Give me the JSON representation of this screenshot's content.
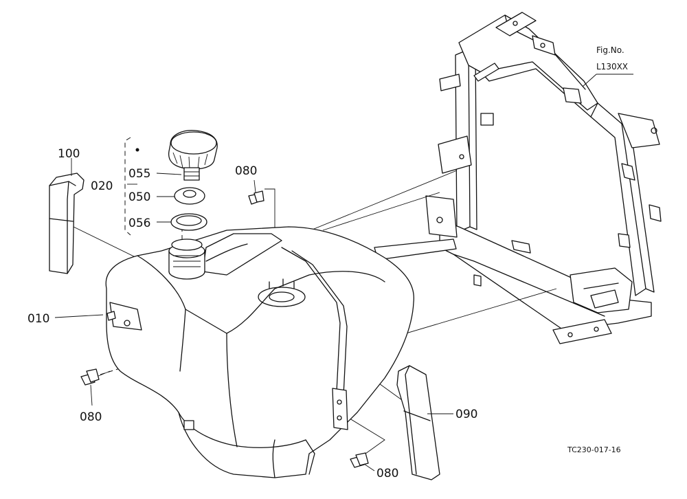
{
  "figure_ref": {
    "line1": "Fig.No.",
    "line2": "L130XX"
  },
  "drawing_code": "TC230-017-16",
  "parts": {
    "p100": "100",
    "p020": "020",
    "p055": "055",
    "p050": "050",
    "p056": "056",
    "p080_top": "080",
    "p010": "010",
    "p080_left": "080",
    "p090": "090",
    "p080_bottom": "080"
  }
}
